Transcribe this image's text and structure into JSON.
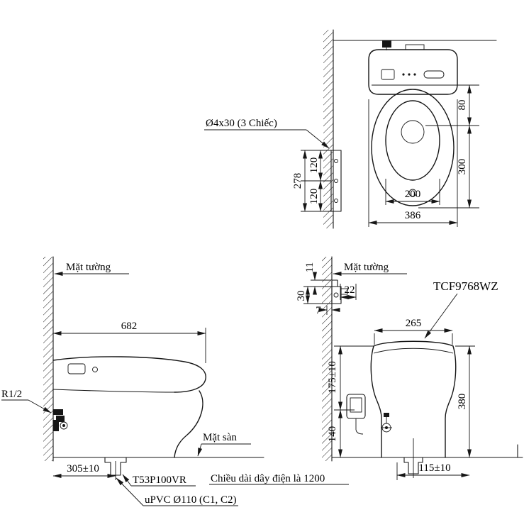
{
  "top_view": {
    "anchor_label": "Ø4x30 (3 Chiếc)",
    "dim_plate_total": "278",
    "dim_plate_upper": "120",
    "dim_plate_lower": "120",
    "dim_seat_offset": "80",
    "dim_bowl_depth": "300",
    "dim_bowl_width": "200",
    "dim_overall_width": "386"
  },
  "side_view": {
    "wall_label": "Mặt tường",
    "floor_label": "Mặt sàn",
    "dim_length": "682",
    "inlet_label": "R1/2",
    "dim_drain_offset": "305±10",
    "drain_model": "T53P100VR",
    "pipe_label": "uPVC Ø110 (C1, C2)",
    "cable_label": "Chiều dài dây điện là 1200"
  },
  "front_view": {
    "wall_label": "Mặt tường",
    "model": "TCF9768WZ",
    "dim_bracket_11": "11",
    "dim_bracket_30": "30",
    "dim_bracket_7": "7",
    "dim_bracket_22": "22",
    "dim_tank_width": "265",
    "dim_seat_height": "175±10",
    "dim_valve_height": "140",
    "dim_total_height": "380",
    "dim_outlet_offset": "115±10"
  }
}
